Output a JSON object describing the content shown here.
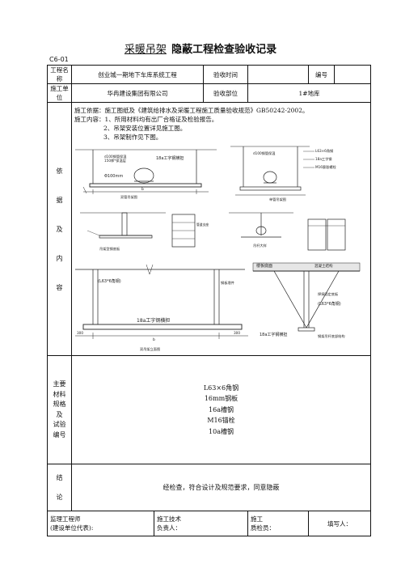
{
  "header": {
    "prefix": "采暖吊架",
    "title": "隐蔽工程检查验收记录",
    "code": "C6-01"
  },
  "row1": {
    "project_label": "工程名称",
    "project_value": "创业城一期地下车库系统工程",
    "time_label": "验收时间",
    "time_value": "",
    "no_label": "编号",
    "no_value": ""
  },
  "row2": {
    "unit_label": "施工单位",
    "unit_value": "华冉建设集团有限公司",
    "part_label": "验收部位",
    "part_value": "1#地库"
  },
  "basis": {
    "label_chars": [
      "依",
      "据",
      "及",
      "内",
      "容"
    ],
    "line1": "施工依据：施工图纸及《建筑给排水及采暖工程施工质量验收规范》GB50242-2002。",
    "line2": "施工内容：1、所用材料均有出厂合格证及检验报告。",
    "line3": "2、吊架安装位置详见施工图。",
    "line4": "3、吊架制作见下图。",
    "drawing": {
      "label_top_left_1": "d100钢管保温",
      "label_top_left_2": "150厚*保温层",
      "label_top_left_3": "18a工字钢横担",
      "label_pipe": "Φ100mm",
      "cap_1": "双管吊架图",
      "cap_2": "单管吊架图",
      "label_r1": "d100钢管保温",
      "label_r2": "L63×6角钢",
      "label_r3": "18a工字钢",
      "label_r4": "M16膨胀螺栓",
      "cap_3": "吊架型钢底板",
      "cap_4": "管道支座",
      "cap_5": "吊杆大样",
      "label_left_angle": "(L63*6角钢)",
      "label_base": "18a工字钢横担",
      "label_fix": "钢板埋件",
      "dim_b": "b",
      "dim_300": "300",
      "cap_6": "双吊架立面图",
      "label_slab": "楼板底面",
      "label_concrete": "混凝土结构",
      "label_angle2": "(L63*6角钢)",
      "label_weld": "焊接固定底板",
      "label_18a": "18a工字钢横担",
      "label_bottom": "钢架吊杆底部结构"
    }
  },
  "materials": {
    "label_chars": [
      "主要",
      "材料",
      "规格",
      "及",
      "试验",
      "编号"
    ],
    "items": [
      "L63×6角钢",
      "16mm钢板",
      "16a槽钢",
      "M16锚栓",
      "10a槽钢"
    ]
  },
  "conclusion": {
    "label_chars": [
      "结",
      "论"
    ],
    "text": "经检查，符合设计及规范要求，同意隐蔽"
  },
  "signature": {
    "supervisor_1": "监理工程师",
    "supervisor_2": "(建设单位代表):",
    "tech_1": "施工技术",
    "tech_2": "负责人：",
    "qc_1": "施工",
    "qc_2": "质检员：",
    "filler": "填写人："
  }
}
